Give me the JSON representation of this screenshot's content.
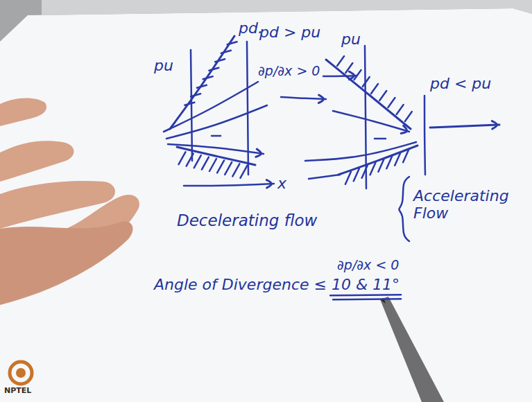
{
  "diagram": {
    "labels": [
      "pu",
      "pd.",
      "pd > pu",
      "pu",
      "∂p/∂x > 0",
      "pd < pu",
      "x",
      "Decelerating flow",
      "Accelerating Flow",
      "∂p/∂x < 0",
      "Angle of Divergence ≤ 10 & 11°",
      "NPTEL"
    ]
  }
}
